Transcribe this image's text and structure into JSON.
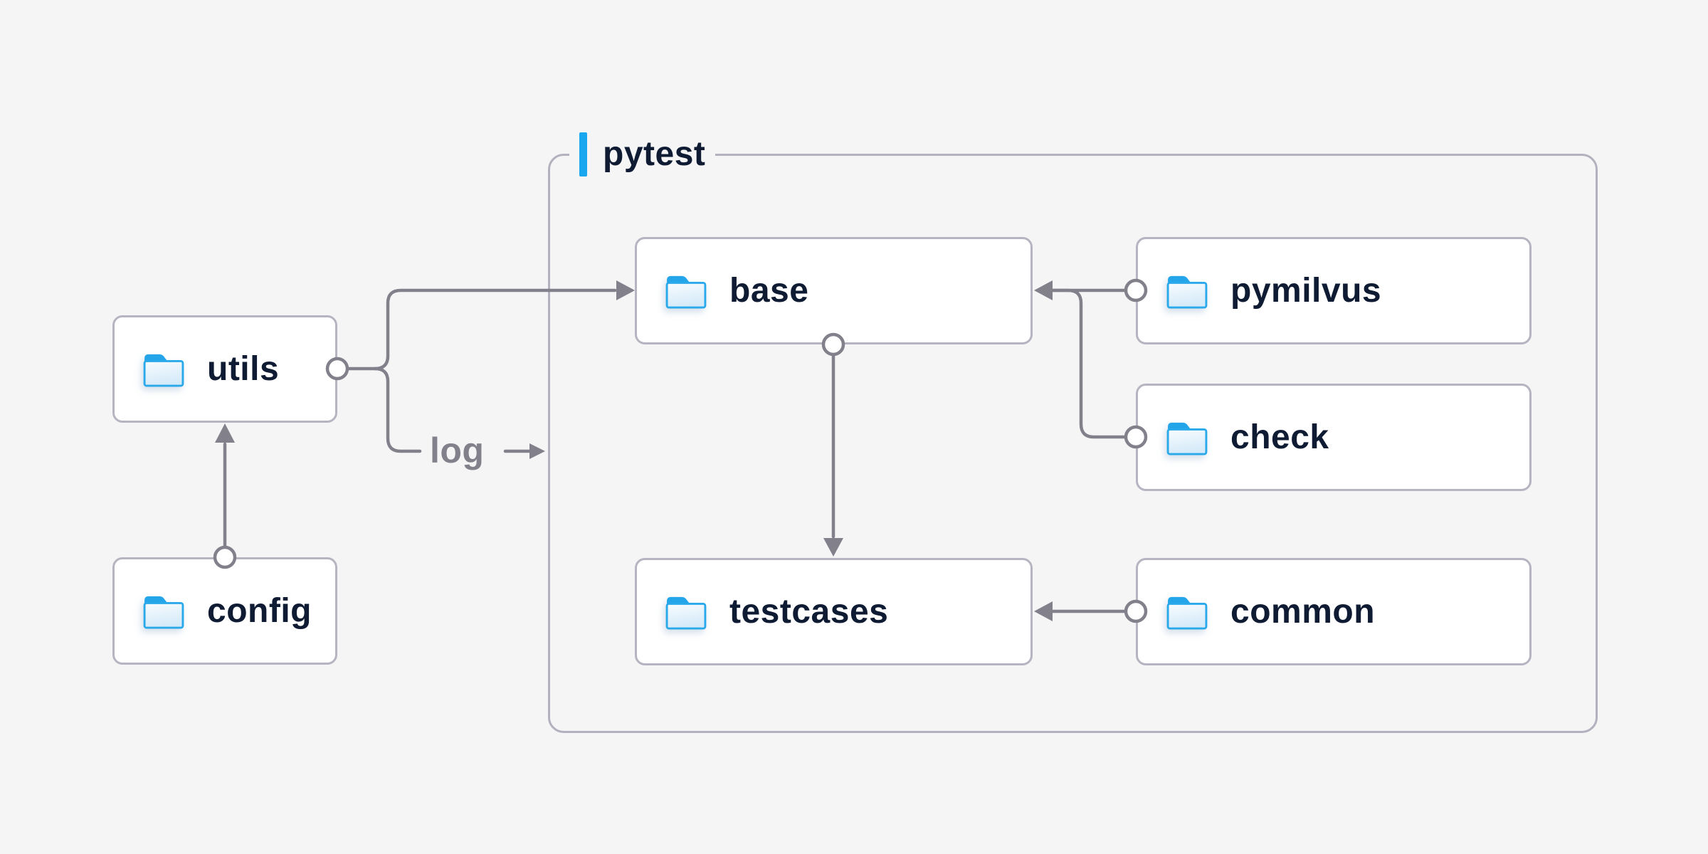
{
  "group": {
    "label": "pytest"
  },
  "nodes": [
    {
      "id": "utils",
      "label": "utils"
    },
    {
      "id": "config",
      "label": "config"
    },
    {
      "id": "base",
      "label": "base"
    },
    {
      "id": "pymilvus",
      "label": "pymilvus"
    },
    {
      "id": "check",
      "label": "check"
    },
    {
      "id": "testcases",
      "label": "testcases"
    },
    {
      "id": "common",
      "label": "common"
    }
  ],
  "edges": [
    {
      "from": "config",
      "to": "utils"
    },
    {
      "from": "utils",
      "to": "base"
    },
    {
      "from": "utils",
      "to": "pytest",
      "label": "log"
    },
    {
      "from": "pymilvus",
      "to": "base"
    },
    {
      "from": "check",
      "to": "base"
    },
    {
      "from": "base",
      "to": "testcases"
    },
    {
      "from": "common",
      "to": "testcases"
    }
  ],
  "colors": {
    "background": "#f5f5f6",
    "node_fill": "#ffffff",
    "node_border": "#b6b4c1",
    "group_border": "#b3b1be",
    "connector": "#81808b",
    "label_text": "#0e1b33",
    "edge_label_text": "#81808b",
    "accent_bar": "#19a7f0",
    "folder_blue": "#29a9ea"
  }
}
